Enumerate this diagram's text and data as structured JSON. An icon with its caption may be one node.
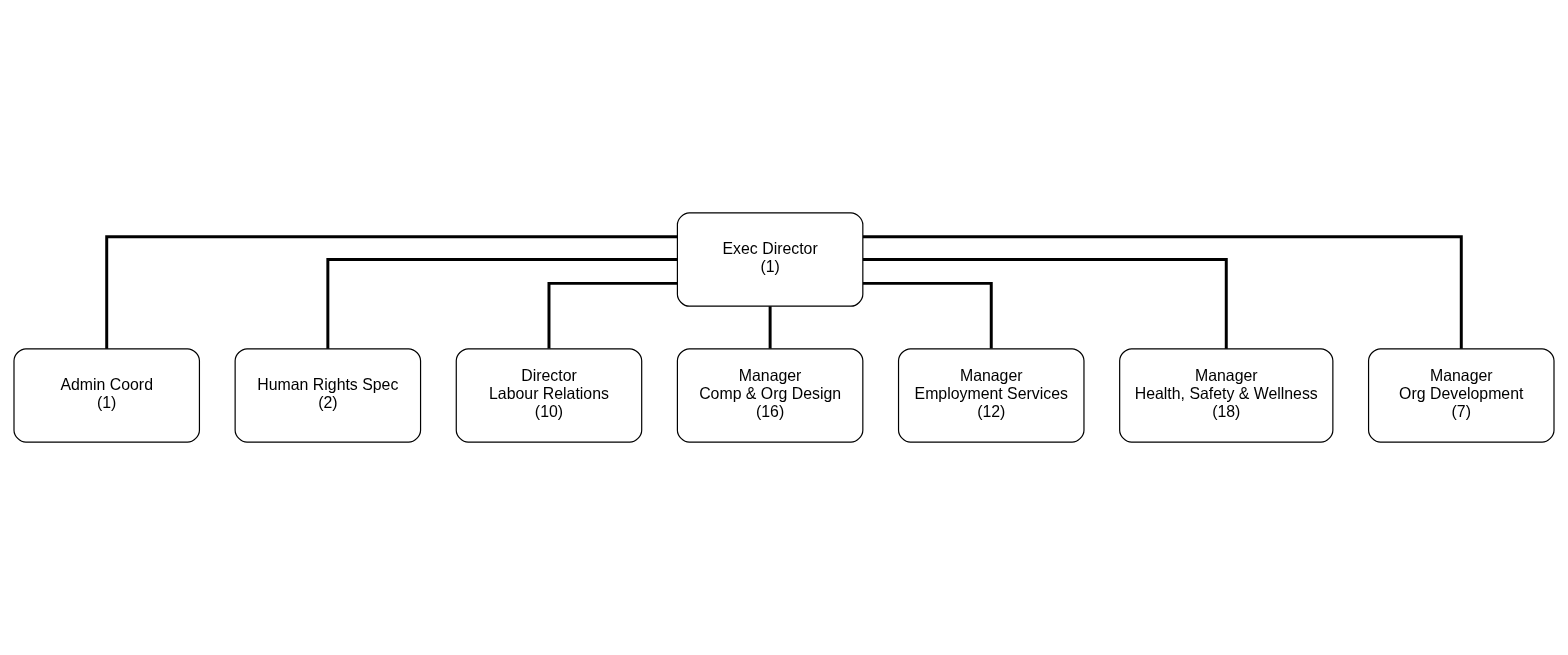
{
  "diagram": {
    "nodes": [
      {
        "text": [
          "Exec Director",
          "(1)"
        ]
      },
      {
        "text": [
          "Admin Coord",
          "(1)"
        ]
      },
      {
        "text": [
          "Human Rights Spec",
          "(2)"
        ]
      },
      {
        "text": [
          "Director",
          "Labour Relations",
          "(10)"
        ]
      },
      {
        "text": [
          "Manager",
          "Comp & Org Design",
          "(16)"
        ]
      },
      {
        "text": [
          "Manager",
          "Employment Services",
          "(12)"
        ]
      },
      {
        "text": [
          "Manager",
          "Health, Safety & Wellness",
          "(18)"
        ]
      },
      {
        "text": [
          "Manager",
          "Org Development",
          "(7)"
        ]
      }
    ],
    "edges": [
      {
        "from": 0,
        "to": 1,
        "arrow": "none"
      },
      {
        "from": 0,
        "to": 2,
        "arrow": "none"
      },
      {
        "from": 0,
        "to": 3,
        "arrow": "none"
      },
      {
        "from": 0,
        "to": 4,
        "arrow": "none"
      },
      {
        "from": 0,
        "to": 5,
        "arrow": "none"
      },
      {
        "from": 0,
        "to": 6,
        "arrow": "none"
      },
      {
        "from": 0,
        "to": 7,
        "arrow": "none"
      }
    ]
  }
}
